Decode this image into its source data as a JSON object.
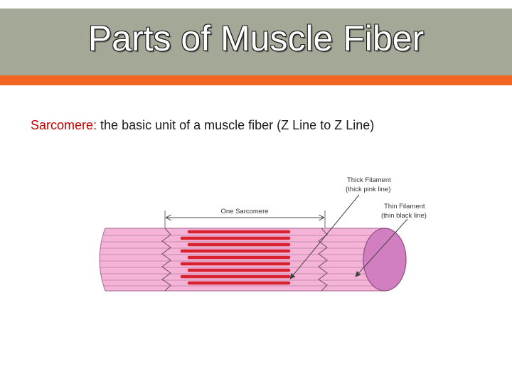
{
  "slide": {
    "title": "Parts of Muscle Fiber",
    "term": "Sarcomere:",
    "definition": " the basic unit of a muscle fiber (Z Line to Z Line)"
  },
  "diagram": {
    "one_sarcomere_label": "One Sarcomere",
    "thick_filament": {
      "line1": "Thick Filament",
      "line2": "(thick pink line)"
    },
    "thin_filament": {
      "line1": "Thin Filament",
      "line2": "(thin black line)"
    }
  },
  "colors": {
    "title_bar": "#a4a896",
    "accent": "#f26522",
    "term": "#c00000",
    "fiber": "#f6b3d8",
    "fiber_end": "#d17fc0",
    "thick_filament": "#d8232f"
  }
}
